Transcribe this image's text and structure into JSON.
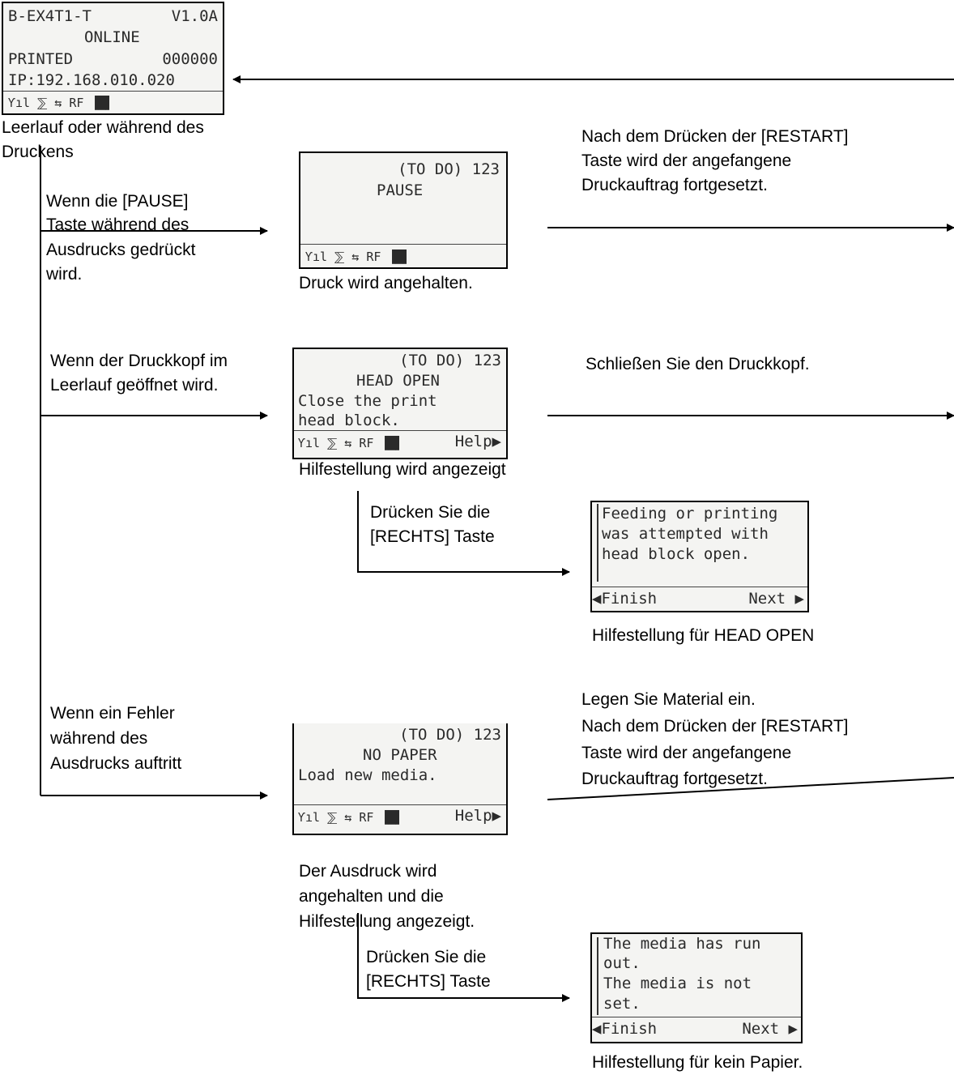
{
  "diagram": {
    "screen_idle": {
      "model": "B-EX4T1-T",
      "version": "V1.0A",
      "status": "ONLINE",
      "printed_label": "PRINTED",
      "printed_count": "000000",
      "ip": "IP:192.168.010.020",
      "icons": "Ƴıl ⅀ ⇆ RF ▐█▌"
    },
    "caption_idle_1": "Leerlauf oder während des",
    "caption_idle_2": "Druckens",
    "screen_pause": {
      "todo": "(TO DO) 123",
      "status": "PAUSE",
      "icons": "Ƴıl ⅀ ⇆ RF ▐█▌"
    },
    "caption_pause": "Druck wird angehalten.",
    "screen_head_open": {
      "todo": "(TO DO) 123",
      "status": "HEAD OPEN",
      "line1": "Close the print",
      "line2": "head block.",
      "icons": "Ƴıl ⅀ ⇆ RF ▐█▌",
      "help": "Help▶"
    },
    "caption_head_open": "Hilfestellung wird angezeigt",
    "screen_help_head": {
      "line1": "Feeding or printing",
      "line2": "was attempted with",
      "line3": "head block open.",
      "finish": "◀Finish",
      "next": "Next ▶"
    },
    "caption_help_head": "Hilfestellung für HEAD OPEN",
    "screen_no_paper": {
      "todo": "(TO DO) 123",
      "status": "NO PAPER",
      "line1": "Load new media.",
      "icons": "Ƴıl ⅀ ⇆ RF ▐█▌",
      "help": "Help▶"
    },
    "caption_no_paper_1": "Der Ausdruck wird",
    "caption_no_paper_2": "angehalten und die",
    "caption_no_paper_3": "Hilfestellung angezeigt.",
    "screen_help_paper": {
      "line1": "The media has run",
      "line2": "out.",
      "line3": "The media is not",
      "line4": "set.",
      "finish": "◀Finish",
      "next": "Next ▶"
    },
    "caption_help_paper": "Hilfestellung für kein Papier.",
    "label_pause_1": "Wenn die [PAUSE]",
    "label_pause_2": "Taste während des",
    "label_pause_3": "Ausdrucks gedrückt",
    "label_pause_4": "wird.",
    "label_head_1": "Wenn der Druckkopf im",
    "label_head_2": "Leerlauf geöffnet wird.",
    "label_error_1": "Wenn ein Fehler",
    "label_error_2": "während des",
    "label_error_3": "Ausdrucks auftritt",
    "label_right_1": "Drücken Sie die",
    "label_right_2": "[RECHTS] Taste",
    "label_right_b_1": "Drücken Sie die",
    "label_right_b_2": "[RECHTS] Taste",
    "note_restart_1": "Nach dem Drücken der [RESTART]",
    "note_restart_2": "Taste wird der angefangene",
    "note_restart_3": "Druckauftrag fortgesetzt.",
    "note_close": "Schließen Sie den Druckkopf.",
    "note_load_1": "Legen Sie Material ein.",
    "note_load_2": "Nach dem Drücken der [RESTART]",
    "note_load_3": "Taste wird der angefangene",
    "note_load_4": "Druckauftrag fortgesetzt."
  }
}
